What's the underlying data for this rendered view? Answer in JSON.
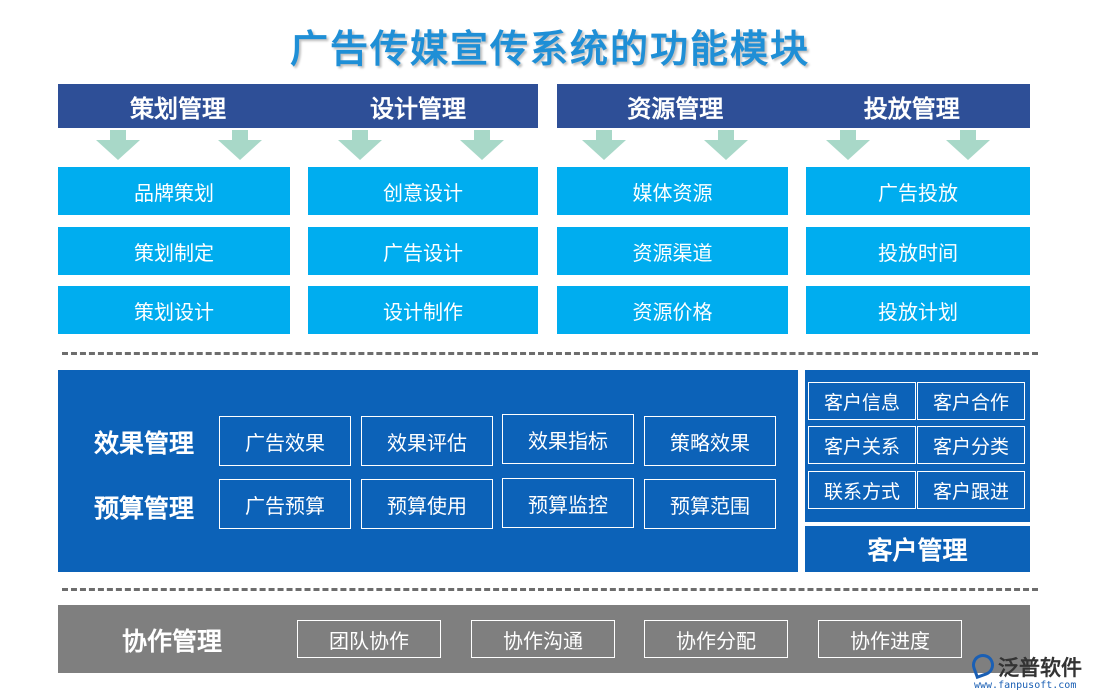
{
  "title": "广告传媒宣传系统的功能模块",
  "top_modules": {
    "headers": [
      "策划管理",
      "设计管理",
      "资源管理",
      "投放管理"
    ],
    "columns": [
      {
        "items": [
          "品牌策划",
          "策划制定",
          "策划设计"
        ]
      },
      {
        "items": [
          "创意设计",
          "广告设计",
          "设计制作"
        ]
      },
      {
        "items": [
          "媒体资源",
          "资源渠道",
          "资源价格"
        ]
      },
      {
        "items": [
          "广告投放",
          "投放时间",
          "投放计划"
        ]
      }
    ]
  },
  "effect": {
    "label": "效果管理",
    "items": [
      "广告效果",
      "效果评估",
      "效果指标",
      "策略效果"
    ]
  },
  "budget": {
    "label": "预算管理",
    "items": [
      "广告预算",
      "预算使用",
      "预算监控",
      "预算范围"
    ]
  },
  "client": {
    "label": "客户管理",
    "items": [
      "客户信息",
      "客户合作",
      "客户关系",
      "客户分类",
      "联系方式",
      "客户跟进"
    ]
  },
  "collab": {
    "label": "协作管理",
    "items": [
      "团队协作",
      "协作沟通",
      "协作分配",
      "协作进度"
    ]
  },
  "logo": {
    "name": "泛普软件",
    "url": "www.fanpusoft.com"
  },
  "colors": {
    "title": "#1f8fd6",
    "banner": "#2e4f97",
    "tile": "#00adef",
    "panel": "#0c62b8",
    "collab": "#7f7f7f",
    "arrow": "#a8d8c8"
  }
}
